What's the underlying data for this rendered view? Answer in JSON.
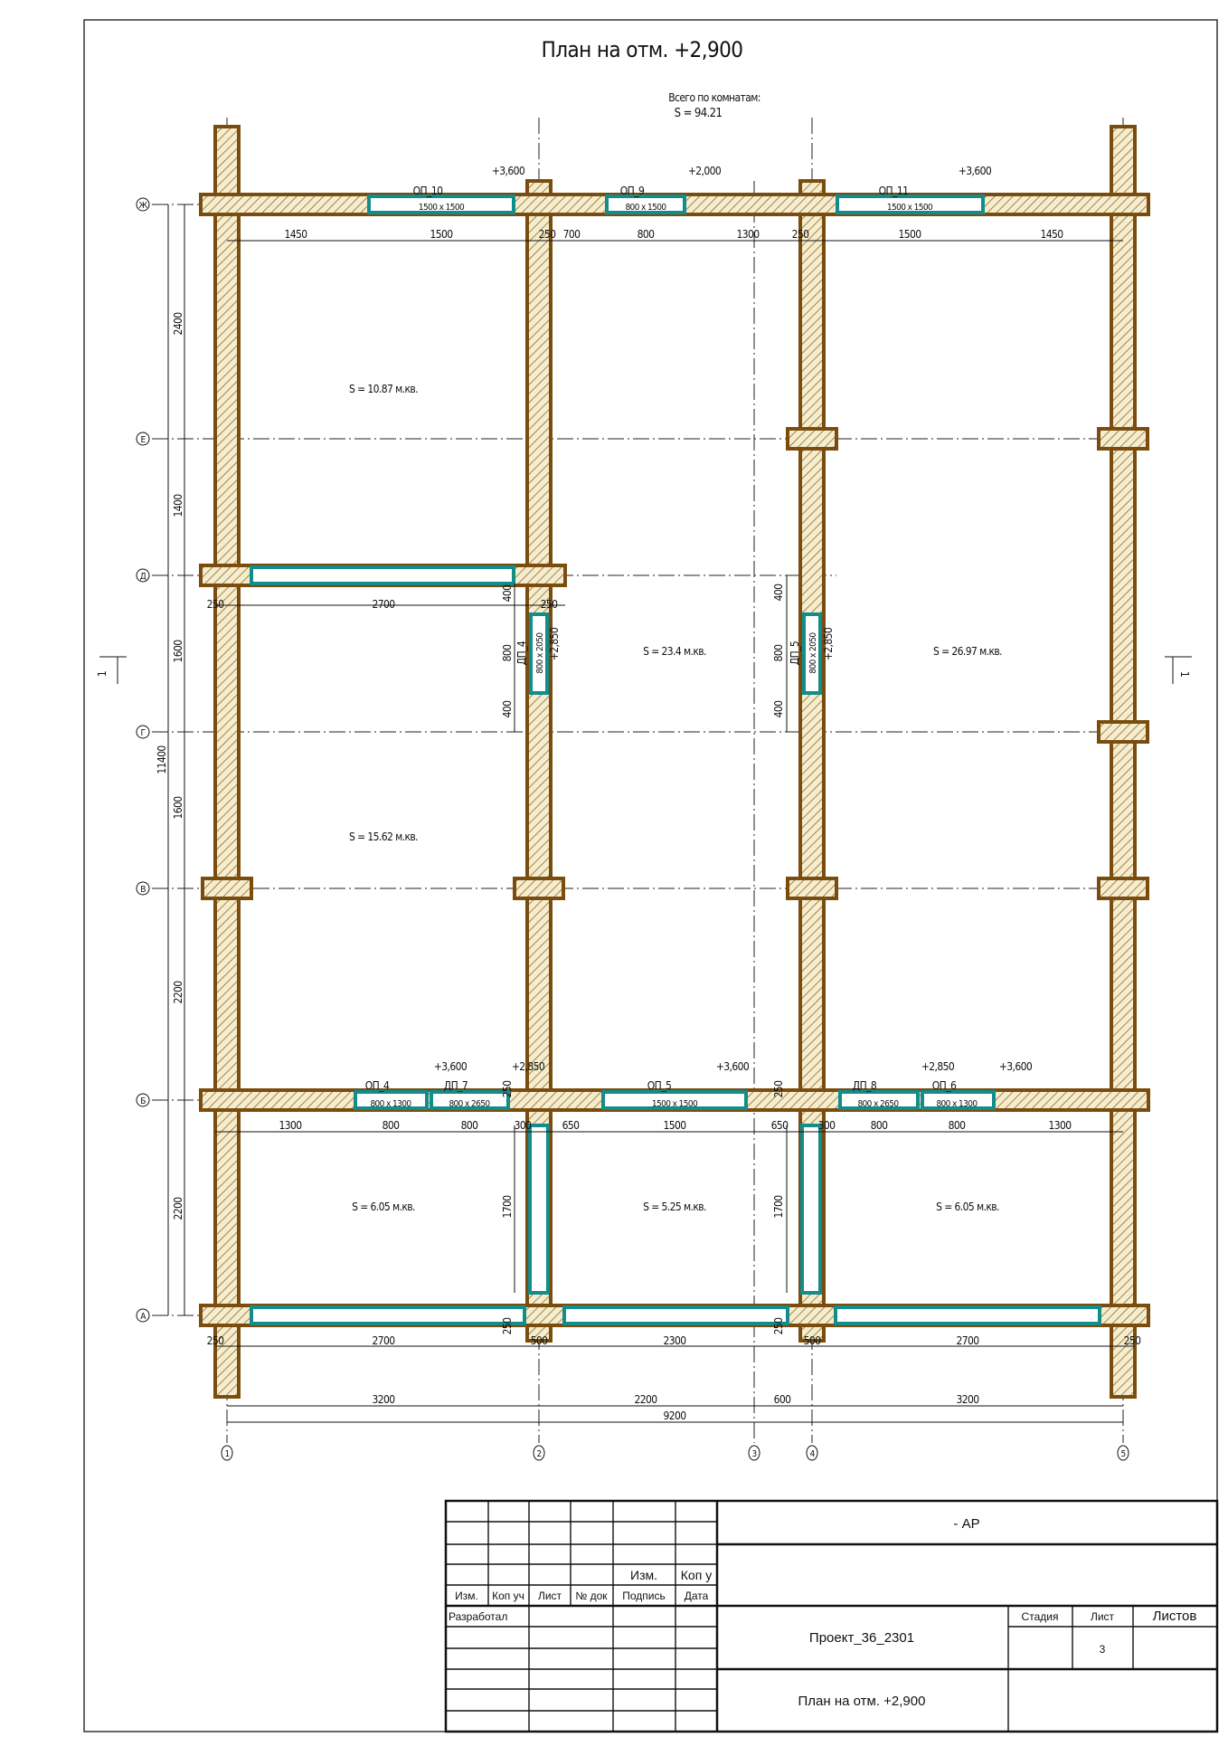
{
  "title": "План на отм. +2,900",
  "totals": {
    "label": "Всего по комнатам:",
    "value": "S  =  94.21"
  },
  "axes_columns": [
    "1",
    "2",
    "3",
    "4",
    "5"
  ],
  "axes_rows": [
    "Ж",
    "Е",
    "Д",
    "Г",
    "В",
    "Б",
    "А"
  ],
  "section_mark": "1",
  "rooms": [
    "S  =  10.87 м.кв.",
    "S  =  23.4 м.кв.",
    "S  =  26.97 м.кв.",
    "S  =  15.62 м.кв.",
    "S  =  6.05 м.кв.",
    "S  =  5.25 м.кв.",
    "S  =  6.05 м.кв."
  ],
  "openings": {
    "op10": {
      "mark": "ОП_10",
      "size": "1500 x 1500",
      "elev": "+3,600"
    },
    "op9": {
      "mark": "ОП_9",
      "size": "800 x 1500",
      "elev": "+2,000"
    },
    "op11": {
      "mark": "ОП_11",
      "size": "1500 x 1500",
      "elev": "+3,600"
    },
    "dp4": {
      "mark": "ДП_4",
      "size": "800 x 2050",
      "elev": "+2,850"
    },
    "dp5": {
      "mark": "ДП_5",
      "size": "800 x 2050",
      "elev": "+2,850"
    },
    "op4": {
      "mark": "ОП_4",
      "size": "800 x 1300",
      "elev": "+3,600"
    },
    "dp7": {
      "mark": "ДП_7",
      "size": "800 x 2650",
      "elev": "+2,850"
    },
    "op5": {
      "mark": "ОП_5",
      "size": "1500 x 1500",
      "elev": "+3,600"
    },
    "dp8": {
      "mark": "ДП_8",
      "size": "800 x 2650",
      "elev": "+2,850"
    },
    "op6": {
      "mark": "ОП_6",
      "size": "800 x 1300",
      "elev": "+3,600"
    }
  },
  "dims": {
    "top": [
      "1450",
      "1500",
      "250",
      "700",
      "800",
      "1300",
      "250",
      "1500",
      "1450"
    ],
    "left": [
      "2400",
      "1400",
      "1600",
      "1600",
      "2200",
      "2200"
    ],
    "left_total": "11400",
    "row_d": [
      "250",
      "2700",
      "400",
      "250"
    ],
    "dp4_side": [
      "400",
      "800",
      "400"
    ],
    "dp5_side": [
      "400",
      "800",
      "400"
    ],
    "row_b_small": [
      "250",
      "250"
    ],
    "below_b": [
      "1300",
      "800",
      "800",
      "300",
      "650",
      "1500",
      "650",
      "300",
      "800",
      "800",
      "1300"
    ],
    "partition": [
      "1700",
      "1700"
    ],
    "below_a": [
      "250",
      "2700",
      "250",
      "500",
      "2300",
      "250",
      "500",
      "2700",
      "250"
    ],
    "bays": [
      "3200",
      "2200",
      "600",
      "3200"
    ],
    "total": "9200"
  },
  "stamp": {
    "code": "- АР",
    "rev_izm": "Изм.",
    "rev_kop": "Коп у",
    "headers": [
      "Изм.",
      "Коп уч",
      "Лист",
      "№ док",
      "Подпись",
      "Дата"
    ],
    "developed": "Разработал",
    "project": "Проект_36_2301",
    "sheet_title": "План на отм. +2,900",
    "stage_label": "Стадия",
    "sheet_label": "Лист",
    "sheets_label": "Листов",
    "sheet_no": "3"
  }
}
